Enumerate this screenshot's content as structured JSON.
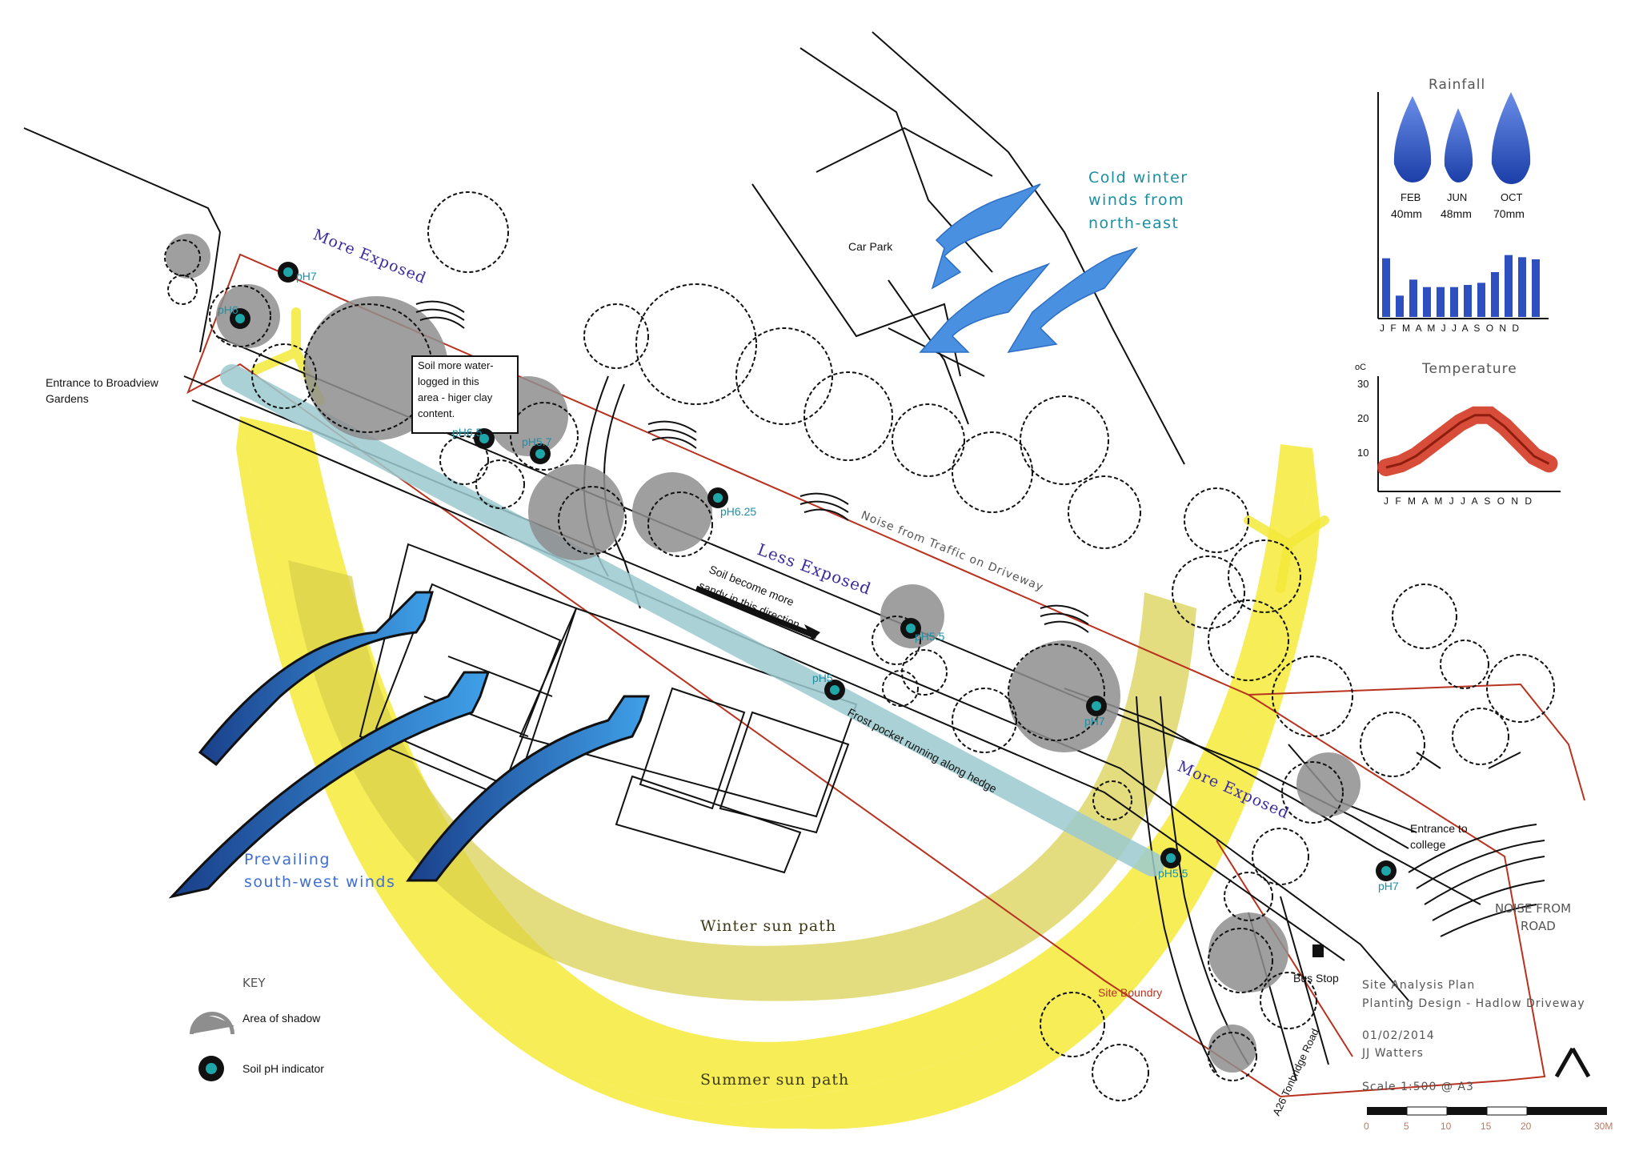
{
  "labels": {
    "entrance_broadview_1": "Entrance to Broadview",
    "entrance_broadview_2": "Gardens",
    "car_park": "Car Park",
    "soil_note_1": "Soil more water-",
    "soil_note_2": "logged in this",
    "soil_note_3": "area - higer clay",
    "soil_note_4": "content.",
    "more_exposed_top": "More Exposed",
    "less_exposed": "Less Exposed",
    "more_exposed_bottom": "More Exposed",
    "noise_driveway": "Noise from Traffic on Driveway",
    "soil_sandy_1": "Soil become more",
    "soil_sandy_2": "sandy in this direction",
    "frost_pocket": "Frost pocket running along hedge",
    "cold_winds_1": "Cold winter",
    "cold_winds_2": "winds from",
    "cold_winds_3": "north-east",
    "prevailing_1": "Prevailing",
    "prevailing_2": "south-west winds",
    "winter_sun": "Winter sun path",
    "summer_sun": "Summer sun path",
    "entrance_college_1": "Entrance to",
    "entrance_college_2": "college",
    "noise_road_1": "NOISE FROM",
    "noise_road_2": "ROAD",
    "site_boundary": "Site Boundry",
    "bus_stop": "Bus Stop",
    "road": "A26 Tonbridge Road"
  },
  "ph_points": [
    "pH7",
    "pH6",
    "pH6.5",
    "pH5.7",
    "pH6.25",
    "pH5.5",
    "pH5",
    "pH7",
    "pH5.5",
    "pH7"
  ],
  "rainfall": {
    "title": "Rainfall",
    "drops": [
      {
        "month": "FEB",
        "amount": "40mm"
      },
      {
        "month": "JUN",
        "amount": "48mm"
      },
      {
        "month": "OCT",
        "amount": "70mm"
      }
    ],
    "month_axis": "J F M A M J J A S O N D",
    "monthly_values": [
      55,
      20,
      35,
      28,
      28,
      28,
      30,
      32,
      42,
      58,
      56,
      54
    ]
  },
  "temperature": {
    "title": "Temperature",
    "unit": "oC",
    "ticks": [
      "30",
      "20",
      "10"
    ],
    "month_axis": "J F M A M J J A S O N D",
    "monthly_values": [
      6,
      7,
      9,
      12,
      15,
      18,
      20,
      20,
      17,
      13,
      9,
      7
    ]
  },
  "key": {
    "title": "KEY",
    "shadow": "Area of shadow",
    "ph": "Soil pH indicator"
  },
  "title_block": {
    "line1": "Site Analysis Plan",
    "line2": "Planting Design - Hadlow Driveway",
    "date": "01/02/2014",
    "author": "JJ Watters",
    "scale": "Scale 1:500 @ A3",
    "scale_ticks": [
      "0",
      "5",
      "10",
      "15",
      "20",
      "30M"
    ]
  },
  "colors": {
    "sun_path": "#f4ea3a",
    "wind_blue": "#2a73c8",
    "cold_wind_blue": "#4a90e0",
    "ph_center": "#1fa6a8",
    "boundary": "#b8321f",
    "frost": "#9ccbd0",
    "temperature": "#d33a24"
  }
}
